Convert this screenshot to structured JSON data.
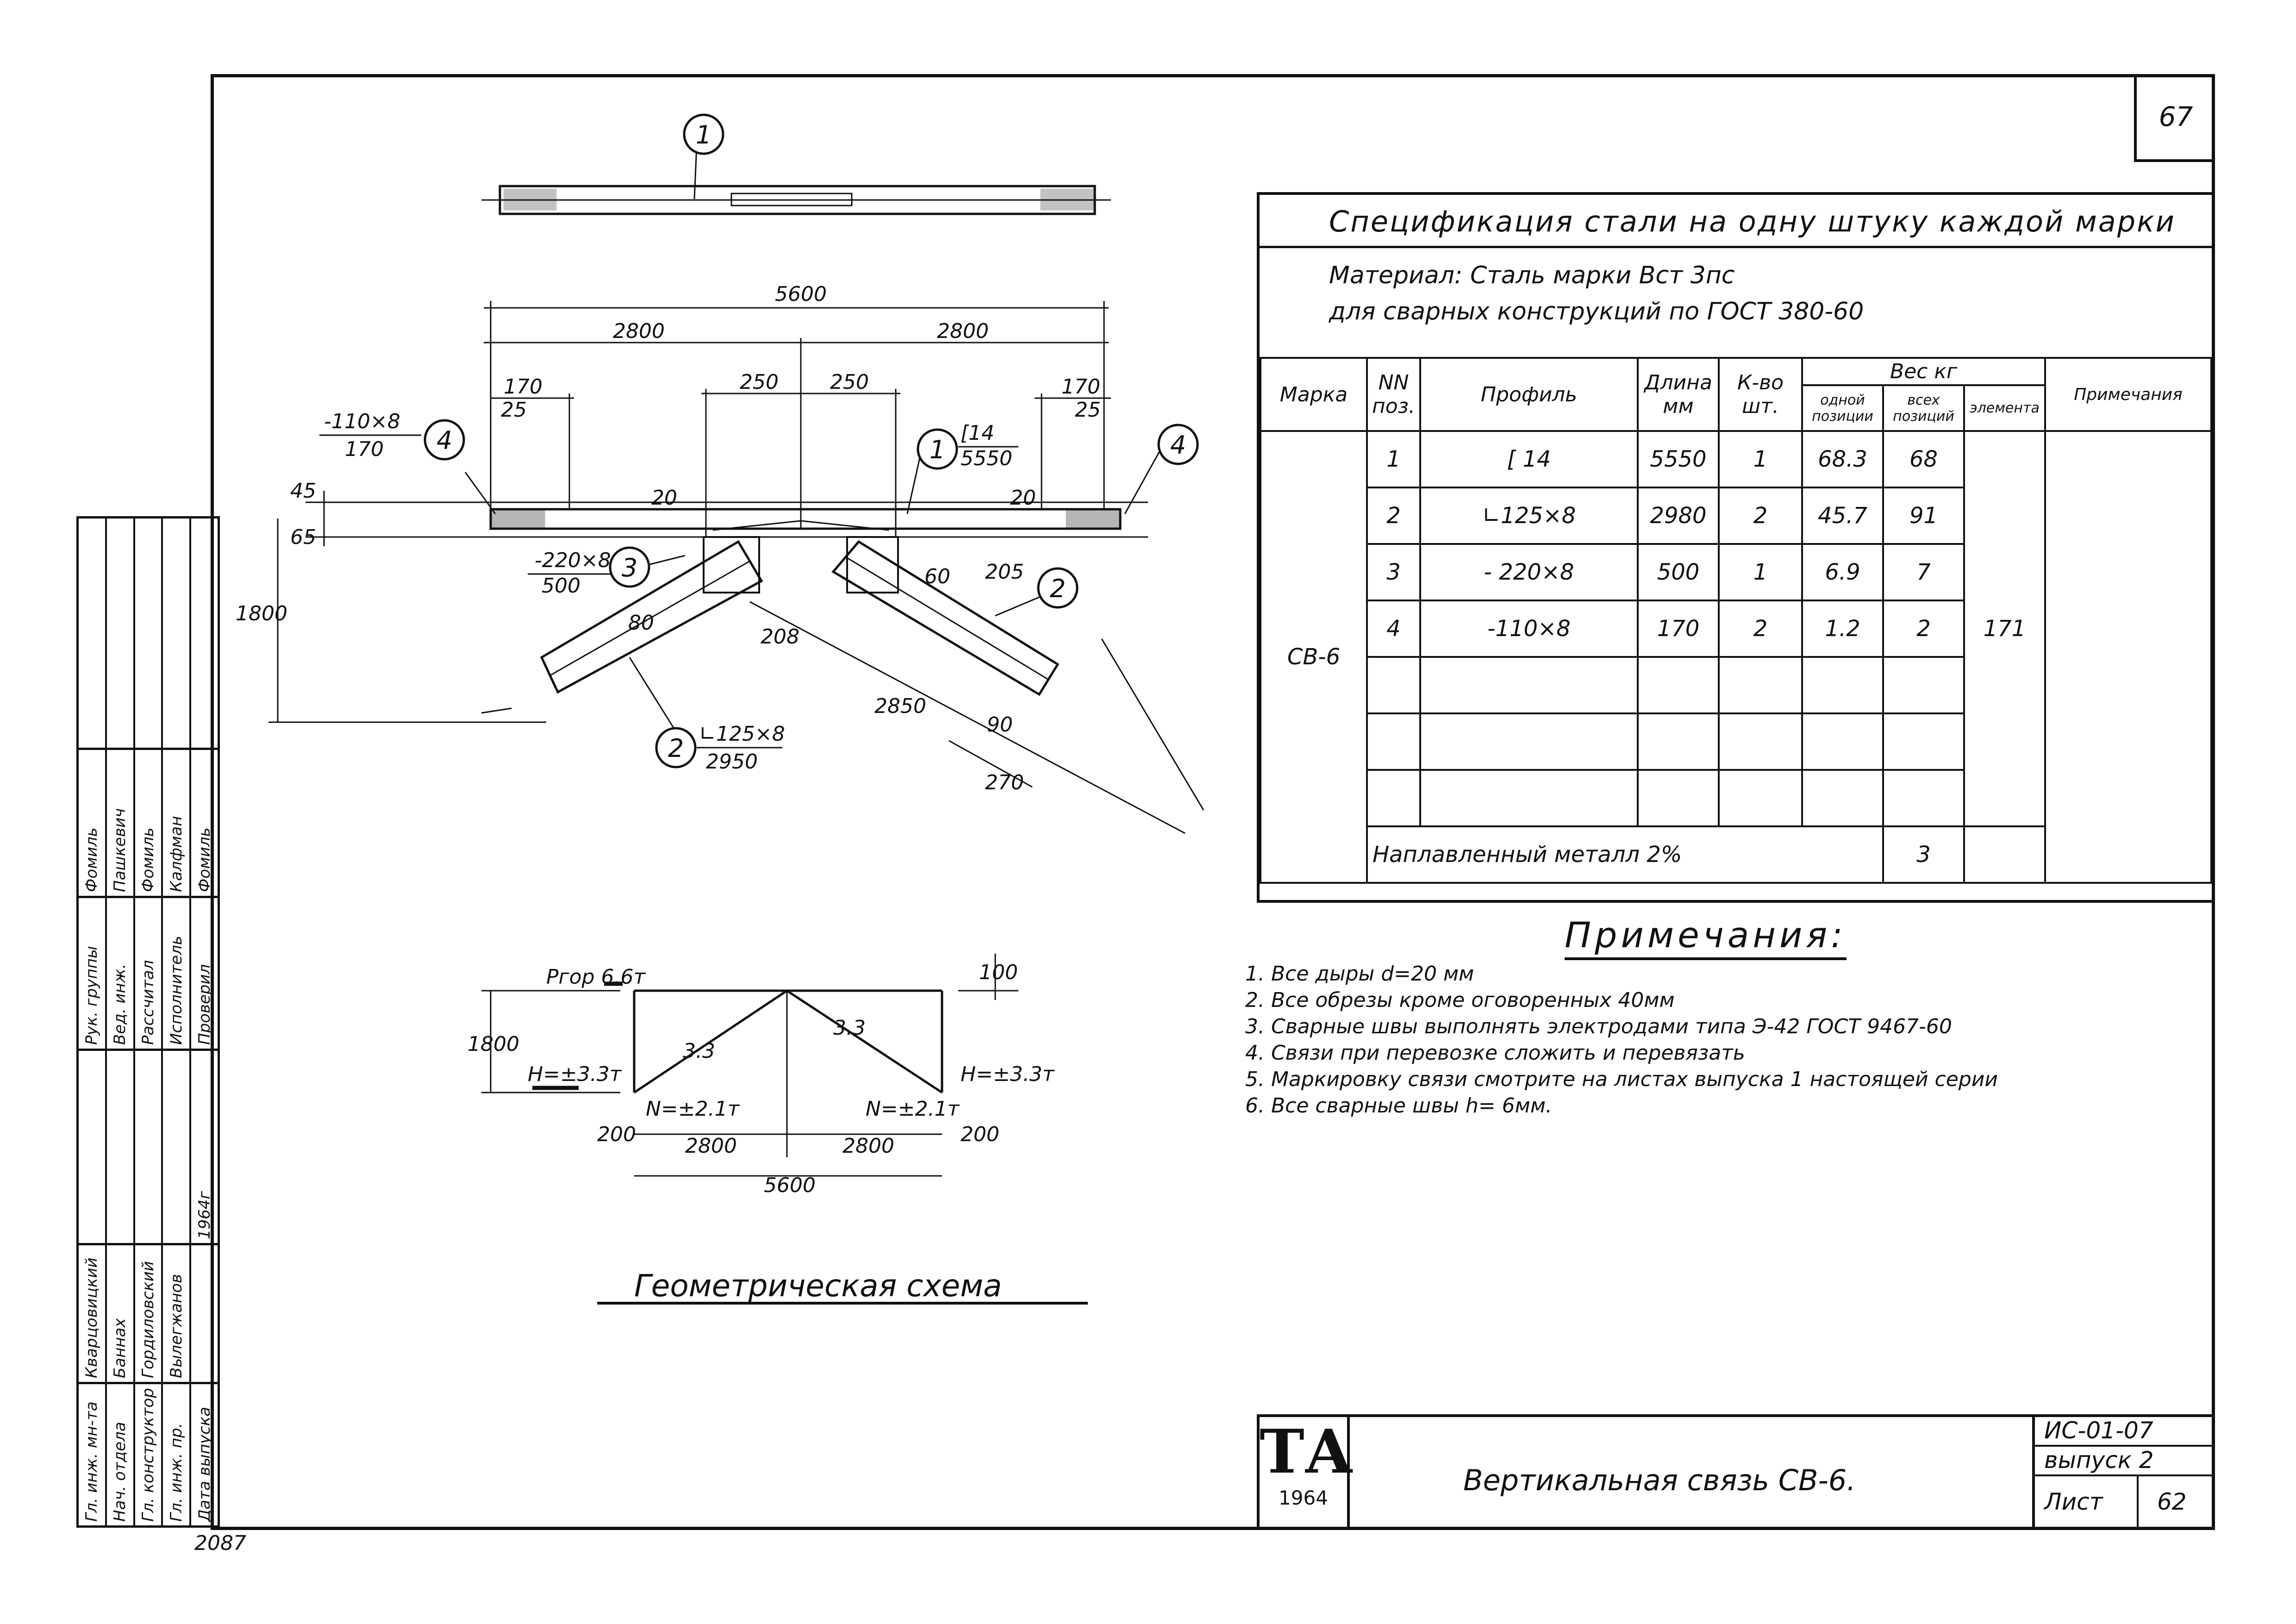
{
  "page_number": "67",
  "archive_number": "2087",
  "spec": {
    "title": "Спецификация стали на одну штуку каждой марки",
    "material_line1": "Материал: Сталь марки Вст 3пс",
    "material_line2": "для сварных конструкций по ГОСТ 380-60",
    "headers": {
      "mark": "Марка",
      "pos": "NN поз.",
      "profile": "Профиль",
      "length": "Длина мм",
      "qty": "К-во шт.",
      "weight": "Вес кг",
      "w_one": "одной позиции",
      "w_all": "всех позиций",
      "w_elem": "элемента",
      "notes": "Примечания"
    },
    "mark": "СВ-6",
    "rows": [
      {
        "pos": "1",
        "profile": "[ 14",
        "length": "5550",
        "qty": "1",
        "w_one": "68.3",
        "w_all": "68"
      },
      {
        "pos": "2",
        "profile": "∟125×8",
        "length": "2980",
        "qty": "2",
        "w_one": "45.7",
        "w_all": "91"
      },
      {
        "pos": "3",
        "profile": "- 220×8",
        "length": "500",
        "qty": "1",
        "w_one": "6.9",
        "w_all": "7"
      },
      {
        "pos": "4",
        "profile": "-110×8",
        "length": "170",
        "qty": "2",
        "w_one": "1.2",
        "w_all": "2"
      }
    ],
    "element_weight": "171",
    "weld_label": "Наплавленный металл 2%",
    "weld_value": "3"
  },
  "notes": {
    "title": "Примечания:",
    "items": [
      "1. Все дыры d=20 мм",
      "2. Все обрезы кроме оговоренных 40мм",
      "3. Сварные швы выполнять электродами типа Э-42 ГОСТ 9467-60",
      "4. Связи при перевозке сложить и перевязать",
      "5. Маркировку связи смотрите на листах выпуска 1 настоящей серии",
      "6. Все сварные швы h= 6мм."
    ]
  },
  "title_block": {
    "logo": "ТА",
    "year": "1964",
    "drawing_title": "Вертикальная связь СВ-6.",
    "series": "ИС-01-07",
    "issue": "выпуск 2",
    "sheet_label": "Лист",
    "sheet_number": "62"
  },
  "stamp": {
    "roles": [
      "Гл. инж. мн-та",
      "Нач. отдела",
      "Гл. конструктор",
      "Гл. инж. пр.",
      "Дата выпуска"
    ],
    "role_names": [
      "Кварцовицкий",
      "Баннах",
      "Гордиловский",
      "Вылегжанов",
      ""
    ],
    "date": "1964г",
    "roles2": [
      "Рук. группы",
      "Вед. инж.",
      "Рассчитал",
      "Исполнитель",
      "Проверил"
    ],
    "role2_names": [
      "Фомиль",
      "Пашкевич",
      "Фомиль",
      "Калфман",
      "Фомиль"
    ]
  },
  "drawing": {
    "dims": {
      "overall": "5600",
      "half_left": "2800",
      "half_right": "2800",
      "d250a": "250",
      "d250b": "250",
      "d170l": "170",
      "d25l": "25",
      "d170r": "170",
      "d25r": "25",
      "d45": "45",
      "d65": "65",
      "d20a": "20",
      "d20b": "20",
      "d205": "205",
      "d60": "60",
      "d80": "80",
      "d208": "208",
      "d1800": "1800",
      "d2850": "2850",
      "d90": "90",
      "d270": "270"
    },
    "callouts": {
      "c1": "1",
      "c2a": "2",
      "c2b": "2",
      "c3": "3",
      "c4a": "4",
      "c4b": "4",
      "p1_top": "[14",
      "p1_bot": "5550",
      "p4_top": "-110×8",
      "p4_bot": "170",
      "p3_top": "-220×8",
      "p3_bot": "500",
      "p2_top": "∟125×8",
      "p2_bot": "2950"
    }
  },
  "scheme": {
    "title": "Геометрическая схема",
    "load": "Pгор 6.6т",
    "h_left": "H=±3.3т",
    "h_right": "H=±3.3т",
    "n_left": "N=±2.1т",
    "n_right": "N=±2.1т",
    "diag_left": "3.3",
    "diag_right": "3.3",
    "d1800": "1800",
    "d100": "100",
    "d200l": "200",
    "d200r": "200",
    "w_left": "2800",
    "w_right": "2800",
    "w_total": "5600"
  }
}
